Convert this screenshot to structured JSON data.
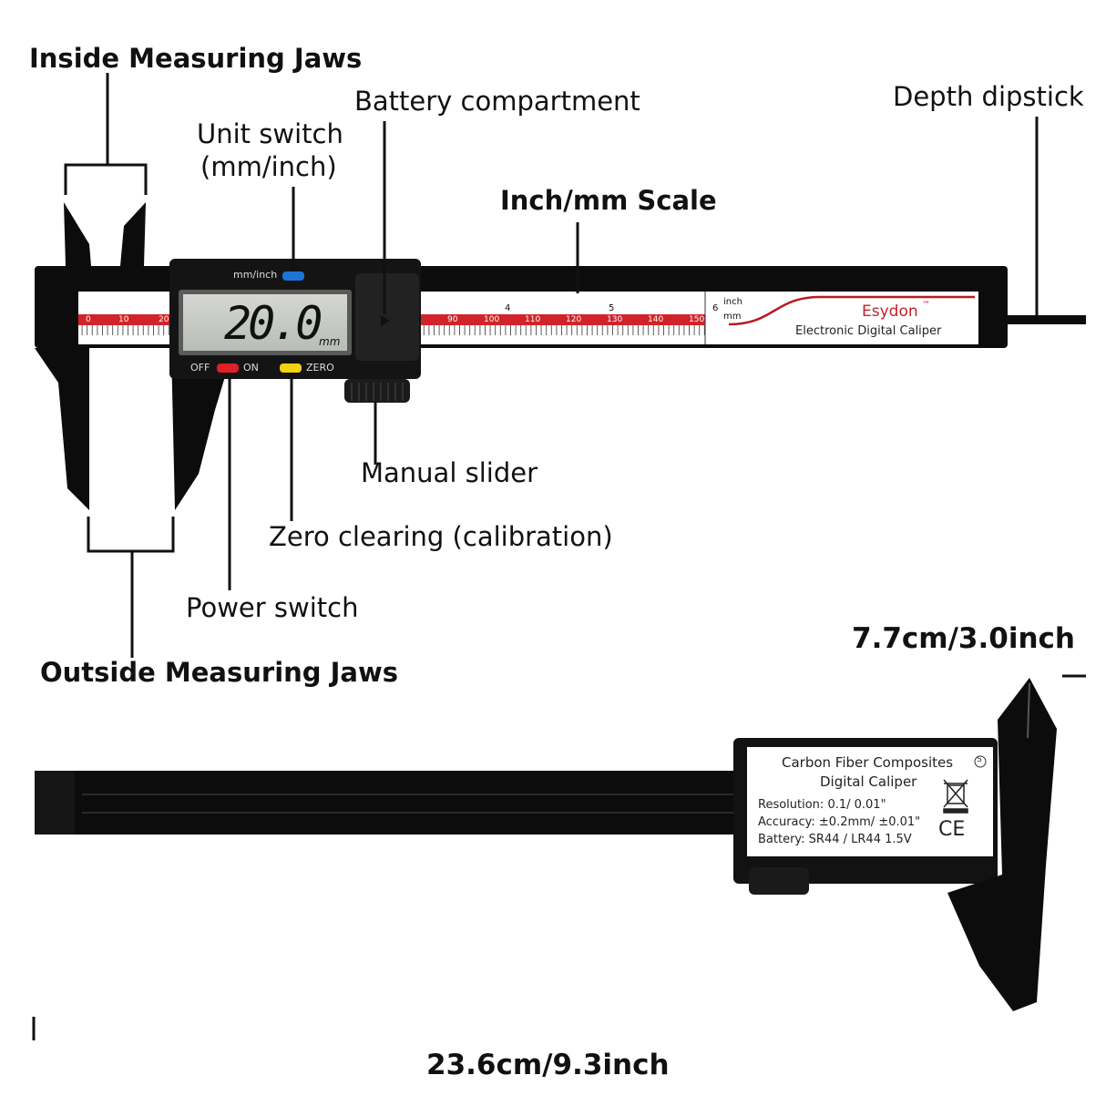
{
  "labels": {
    "inside_jaws": "Inside Measuring Jaws",
    "battery": "Battery compartment",
    "unit_switch_l1": "Unit switch",
    "unit_switch_l2": "(mm/inch)",
    "depth": "Depth dipstick",
    "scale": "Inch/mm Scale",
    "manual_slider": "Manual slider",
    "zero_clearing": "Zero clearing (calibration)",
    "power_switch": "Power switch",
    "outside_jaws": "Outside Measuring Jaws"
  },
  "device": {
    "display_reading": "20.0",
    "display_unit": "mm",
    "unit_button_label": "mm/inch",
    "off_label": "OFF",
    "on_label": "ON",
    "zero_label": "ZERO",
    "brand": "Esydon",
    "trademark": "™",
    "product_name": "Electronic Digital Caliper",
    "scale_unit_inch": "inch",
    "scale_unit_mm": "mm",
    "left_scale_numbers": [
      "0",
      "10",
      "20"
    ],
    "right_scale_numbers": [
      "90",
      "100",
      "110",
      "120",
      "130",
      "140",
      "150"
    ],
    "inch_numbers": [
      "4",
      "5",
      "6"
    ]
  },
  "back_label": {
    "line1": "Carbon Fiber Composites",
    "line2": "Digital Caliper",
    "resolution": "Resolution: 0.1/ 0.01\"",
    "accuracy": "Accuracy: ±0.2mm/ ±0.01\"",
    "battery": "Battery: SR44 / LR44 1.5V",
    "ce_mark": "CE",
    "s_mark": "S"
  },
  "dimensions": {
    "height": "7.7cm/3.0inch",
    "length": "23.6cm/9.3inch"
  },
  "colors": {
    "body": "#0c0c0c",
    "scale_red": "#d2232a",
    "blue_button": "#1e74d6",
    "red_button": "#e01f26",
    "yellow_button": "#f2d10f",
    "lcd": "#c5c9c4"
  }
}
